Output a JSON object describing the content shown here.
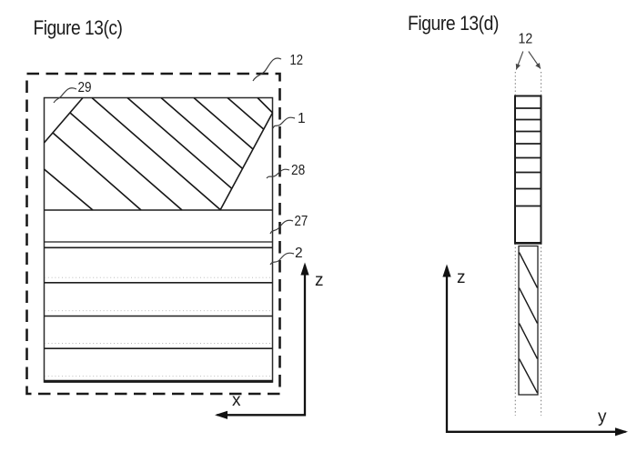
{
  "figure_c": {
    "title": "Figure 13(c)",
    "labels": {
      "outline": "12",
      "top_left": "29",
      "layer_right_top": "1",
      "region_right": "28",
      "layer_27": "27",
      "layer_2": "2"
    },
    "axes": {
      "vertical": "z",
      "horizontal": "x"
    }
  },
  "figure_d": {
    "title": "Figure 13(d)",
    "labels": {
      "width": "12"
    },
    "axes": {
      "vertical": "z",
      "horizontal": "y"
    }
  },
  "colors": {
    "ink": "#1c1c1c",
    "line": "#222222",
    "leader": "#3d3d3d",
    "dotted_guide": "#8a8a8a",
    "background": "#ffffff"
  }
}
